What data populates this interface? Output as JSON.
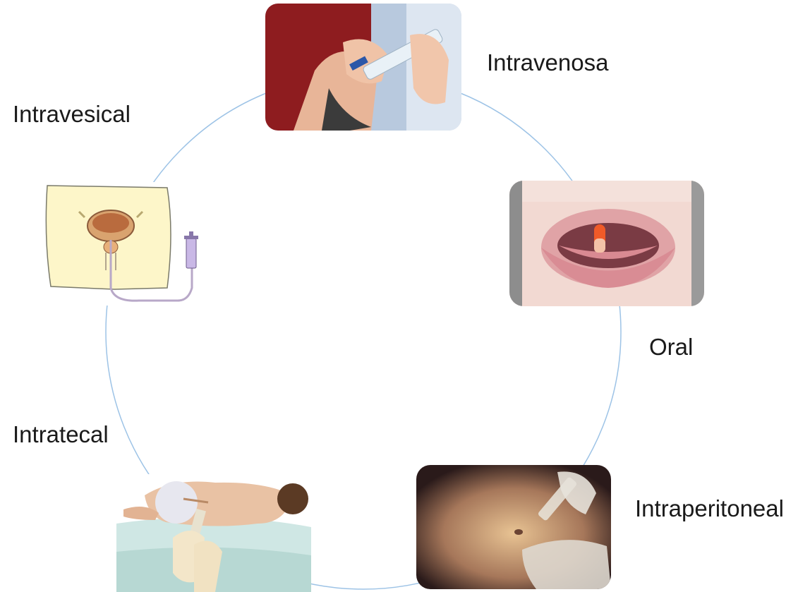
{
  "diagram": {
    "routes": [
      {
        "id": "intravenosa",
        "label": "Intravenosa",
        "image": "iv-syringe-arm-photo"
      },
      {
        "id": "oral",
        "label": "Oral",
        "image": "mouth-capsule-photo"
      },
      {
        "id": "intraperitoneal",
        "label": "Intraperitoneal",
        "image": "abdomen-injection-photo"
      },
      {
        "id": "intratecal",
        "label": "Intratecal",
        "image": "spinal-injection-illustration"
      },
      {
        "id": "intravesical",
        "label": "Intravesical",
        "image": "bladder-catheter-illustration"
      }
    ],
    "colors": {
      "ring": "#9dc3e6",
      "label_text": "#1a1a1a",
      "capsule": "#f05a28",
      "bladder_bg": "#fdf6c9"
    }
  }
}
